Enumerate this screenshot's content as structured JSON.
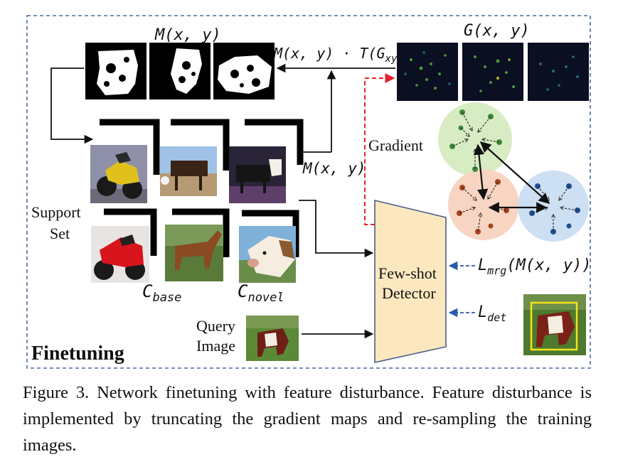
{
  "labels": {
    "mask_label": "M(x, y)",
    "gradient_map_label": "G(x, y)",
    "product_label_pre": "M(x, y) · T(G",
    "product_label_sub": "xy",
    "product_label_post": ")",
    "gradient_label": "Gradient",
    "mask_input_label": "M(x, y)",
    "support_set_line1": "Support",
    "support_set_line2": "Set",
    "c_base_main": "C",
    "c_base_sub": "base",
    "c_novel_main": "C",
    "c_novel_sub": "novel",
    "query_line1": "Query",
    "query_line2": "Image",
    "detector_line1": "Few-shot",
    "detector_line2": "Detector",
    "loss_mrg_main": "L",
    "loss_mrg_sub": "mrg",
    "loss_mrg_arg": "(M(x, y))",
    "loss_det_main": "L",
    "loss_det_sub": "det",
    "finetuning": "Finetuning"
  },
  "caption": "Figure 3. Network finetuning with feature disturbance. Feature disturbance is implemented by truncating the gradient maps and re-sampling the training images.",
  "colors": {
    "dashed_frame": "#4a6a9a",
    "red_arrow": "#e8202a",
    "blue_arrow": "#2a5aa8",
    "detector_fill": "#fce8bf",
    "detector_stroke": "#4a5d8a",
    "cluster_green": "#d8ecc4",
    "cluster_orange": "#f7d5c2",
    "cluster_blue": "#cddff2",
    "dot_green": "#3d8a3a",
    "dot_orange": "#a8421e",
    "dot_blue": "#1f4f8f",
    "bbox_yellow": "#f4e21a"
  }
}
